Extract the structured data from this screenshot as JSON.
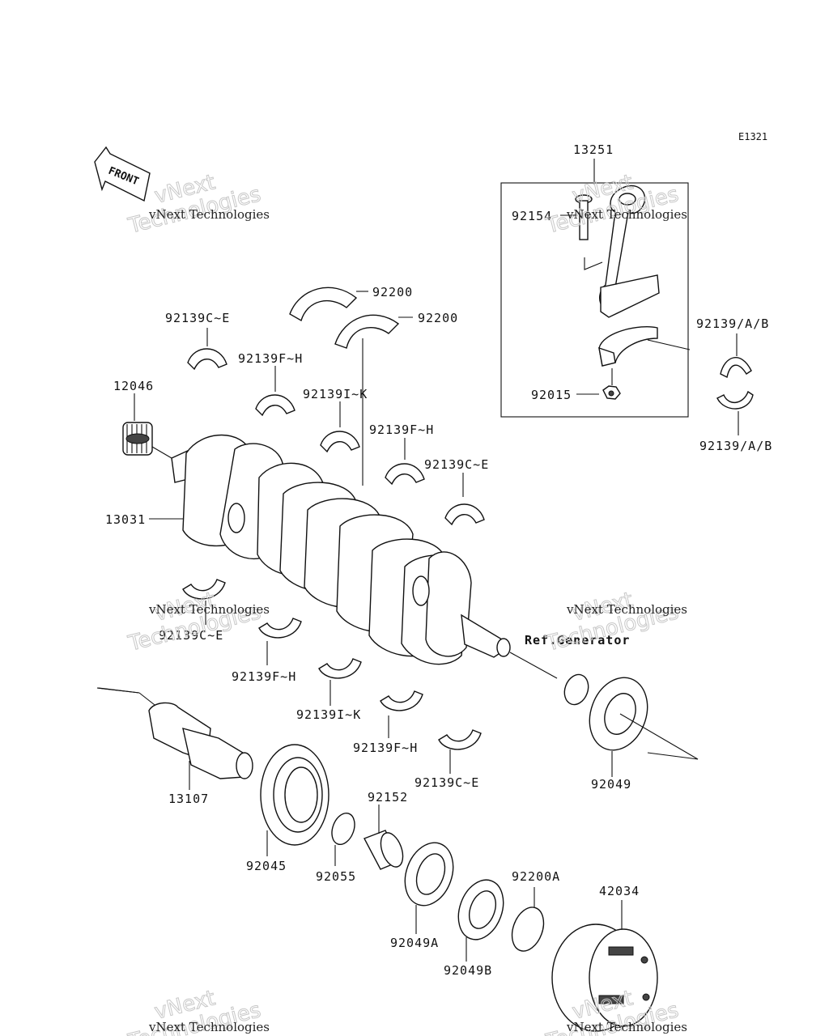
{
  "diagram_code": "E1321",
  "front_label": "FRONT",
  "ref_note": "Ref.Generator",
  "watermark": {
    "line1": "vNext",
    "line2": "Technologies",
    "small": "vNext Technologies"
  },
  "labels": {
    "p13251": "13251",
    "p92154": "92154",
    "p92015": "92015",
    "p92139ab_top": "92139/A/B",
    "p92139ab_bottom": "92139/A/B",
    "p92200_a": "92200",
    "p92200_b": "92200",
    "p92139ce_top": "92139C~E",
    "p92139fh_1": "92139F~H",
    "p92139ik_top": "92139I~K",
    "p92139fh_2": "92139F~H",
    "p92139ce_2": "92139C~E",
    "p12046": "12046",
    "p13031": "13031",
    "p92139ce_3": "92139C~E",
    "p92139fh_3": "92139F~H",
    "p92139ik_2": "92139I~K",
    "p92139fh_4": "92139F~H",
    "p92139ce_4": "92139C~E",
    "p13107": "13107",
    "p92045": "92045",
    "p92055": "92055",
    "p92152": "92152",
    "p92049": "92049",
    "p92049a": "92049A",
    "p92049b": "92049B",
    "p92200a": "92200A",
    "p42034": "42034"
  }
}
